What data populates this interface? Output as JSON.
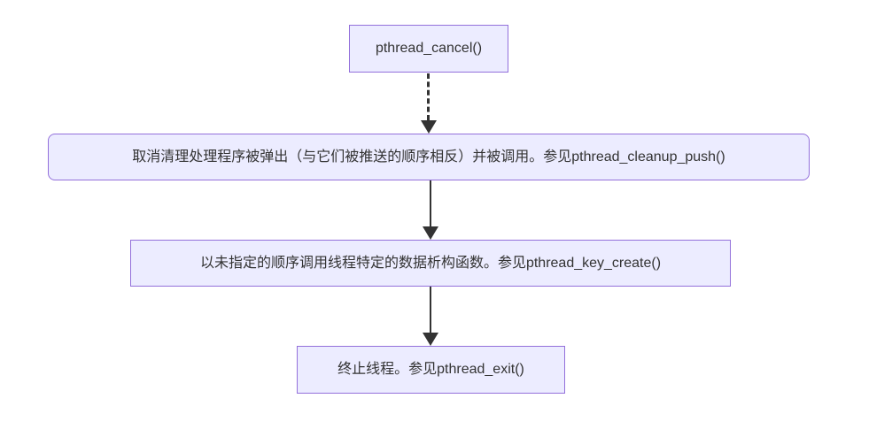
{
  "diagram": {
    "type": "flowchart-top-down",
    "background_color": "#ffffff",
    "node_fill_color": "#ECECFF",
    "node_border_color": "#9370DB",
    "text_color": "#333333",
    "arrow_color": "#333333",
    "nodes": [
      {
        "id": "A",
        "shape": "rect",
        "label": "pthread_cancel()"
      },
      {
        "id": "B",
        "shape": "rounded",
        "label": "取消清理处理程序被弹出（与它们被推送的顺序相反）并被调用。参见pthread_cleanup_push()"
      },
      {
        "id": "C",
        "shape": "rect",
        "label": "以未指定的顺序调用线程特定的数据析构函数。参见pthread_key_create()"
      },
      {
        "id": "D",
        "shape": "rect",
        "label": "终止线程。参见pthread_exit()"
      }
    ],
    "edges": [
      {
        "from": "A",
        "to": "B",
        "style": "dotted",
        "arrowhead": "triangle"
      },
      {
        "from": "B",
        "to": "C",
        "style": "solid",
        "arrowhead": "triangle"
      },
      {
        "from": "C",
        "to": "D",
        "style": "solid",
        "arrowhead": "triangle"
      }
    ]
  }
}
